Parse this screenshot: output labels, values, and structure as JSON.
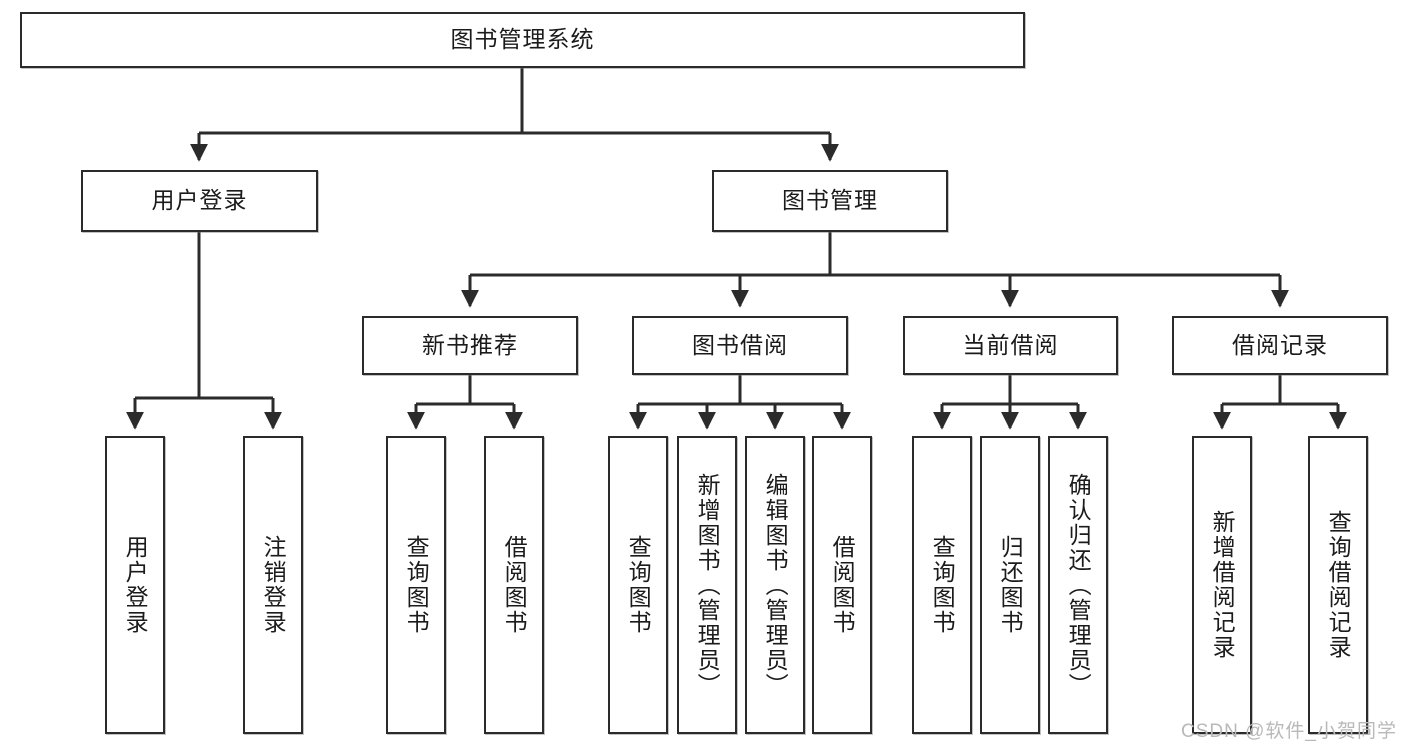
{
  "diagram": {
    "title_node": "图书管理系统",
    "watermark": "CSDN @软件_小贺同学",
    "colors": {
      "box_border": "#2b2b2b",
      "box_fill": "#ffffff",
      "edge": "#2b2b2b",
      "text": "#1b1b1b",
      "watermark": "#b9b9b9"
    },
    "levels": {
      "level1": [
        {
          "id": "root",
          "label": "图书管理系统"
        }
      ],
      "level2": [
        {
          "id": "user-login",
          "label": "用户登录"
        },
        {
          "id": "book-manage",
          "label": "图书管理"
        }
      ],
      "level3": [
        {
          "id": "new-book-recommend",
          "label": "新书推荐"
        },
        {
          "id": "book-borrow",
          "label": "图书借阅"
        },
        {
          "id": "current-borrow",
          "label": "当前借阅"
        },
        {
          "id": "borrow-record",
          "label": "借阅记录"
        }
      ],
      "leaves": [
        {
          "id": "leaf-user-login",
          "label": "用户登录",
          "parent": "user-login"
        },
        {
          "id": "leaf-user-logout",
          "label": "注销登录",
          "parent": "user-login"
        },
        {
          "id": "leaf-query-book-1",
          "label": "查询图书",
          "parent": "new-book-recommend"
        },
        {
          "id": "leaf-borrow-book-1",
          "label": "借阅图书",
          "parent": "new-book-recommend"
        },
        {
          "id": "leaf-query-book-2",
          "label": "查询图书",
          "parent": "book-borrow"
        },
        {
          "id": "leaf-add-book",
          "label": "新增图书（管理员）",
          "parent": "book-borrow"
        },
        {
          "id": "leaf-edit-book",
          "label": "编辑图书（管理员）",
          "parent": "book-borrow"
        },
        {
          "id": "leaf-borrow-book-2",
          "label": "借阅图书",
          "parent": "book-borrow"
        },
        {
          "id": "leaf-query-book-3",
          "label": "查询图书",
          "parent": "current-borrow"
        },
        {
          "id": "leaf-return-book",
          "label": "归还图书",
          "parent": "current-borrow"
        },
        {
          "id": "leaf-confirm-return",
          "label": "确认归还（管理员）",
          "parent": "current-borrow"
        },
        {
          "id": "leaf-add-record",
          "label": "新增借阅记录",
          "parent": "borrow-record"
        },
        {
          "id": "leaf-query-record",
          "label": "查询借阅记录",
          "parent": "borrow-record"
        }
      ]
    }
  }
}
